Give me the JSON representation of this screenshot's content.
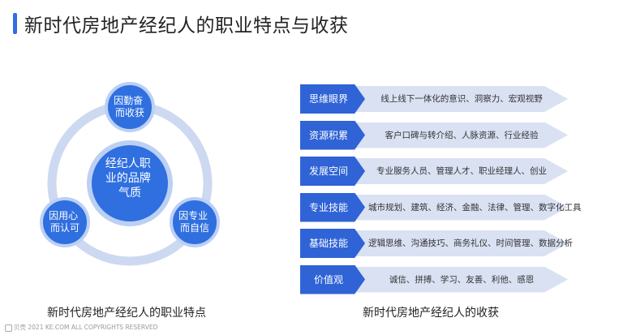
{
  "title": "新时代房地产经纪人的职业特点与收获",
  "diagram": {
    "center": [
      "经纪人职",
      "业的品牌",
      "气质"
    ],
    "top": [
      "因勤奋",
      "而收获"
    ],
    "left": [
      "因用心",
      "而认可"
    ],
    "right": [
      "因专业",
      "而自信"
    ]
  },
  "caption_left": "新时代房地产经纪人的职业特点",
  "caption_right": "新时代房地产经纪人的收获",
  "rows": [
    {
      "tag": "思维眼界",
      "desc": "线上线下一体化的意识、洞察力、宏观视野"
    },
    {
      "tag": "资源积累",
      "desc": "客户口碑与转介绍、人脉资源、行业经验"
    },
    {
      "tag": "发展空间",
      "desc": "专业服务人员、管理人才、职业经理人、创业"
    },
    {
      "tag": "专业技能",
      "desc": "城市规划、建筑、经济、金融、法律、管理、数字化工具"
    },
    {
      "tag": "基础技能",
      "desc": "逻辑思维、沟通技巧、商务礼仪、时间管理、数据分析"
    },
    {
      "tag": "价值观",
      "desc": "诚信、拼搏、学习、友善、利他、感恩"
    }
  ],
  "footer": {
    "brand": "贝壳",
    "copyright": "2021 KE.COM ALL COPYRIGHTS RESERVED"
  },
  "colors": {
    "accent": "#2f63d6",
    "ring": "#cdd9f0",
    "band": "#d9e1f3",
    "node": "#2f6fe0"
  }
}
